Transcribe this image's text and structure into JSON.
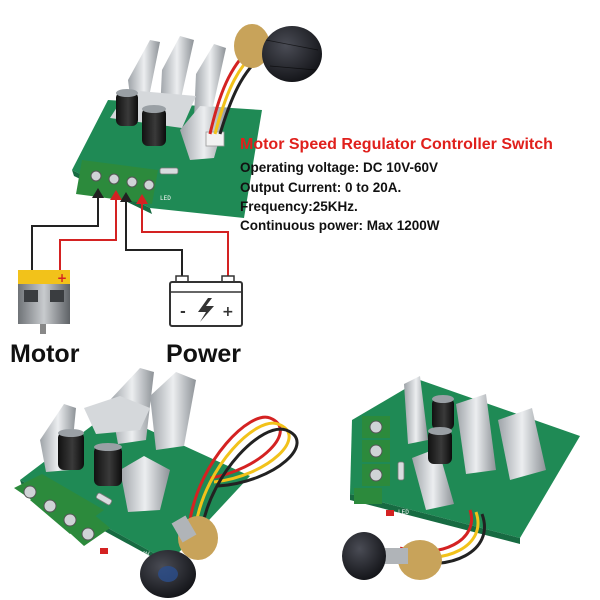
{
  "product": {
    "title": "Motor Speed Regulator Controller Switch",
    "specs": [
      "Operating voltage: DC 10V-60V",
      "Output Current: 0 to 20A.",
      "Frequency:25KHz.",
      "Continuous power: Max 1200W"
    ]
  },
  "diagram": {
    "motor_label": "Motor",
    "power_label": "Power",
    "motor_plus": "+",
    "battery_minus": "-",
    "battery_plus": "+"
  },
  "board": {
    "silkscreen": "20V12V",
    "led_label": "LED"
  },
  "colors": {
    "title": "#e0201c",
    "pcb": "#1f8a55",
    "terminal": "#2c8a3c",
    "heatsink": "#c9ccd0",
    "wire_red": "#d42222",
    "wire_black": "#222222",
    "motor_yellow": "#f2c21a",
    "knob": "#1b1c22"
  },
  "icons": [
    "lightning-bolt-icon",
    "battery-icon",
    "motor-icon"
  ]
}
